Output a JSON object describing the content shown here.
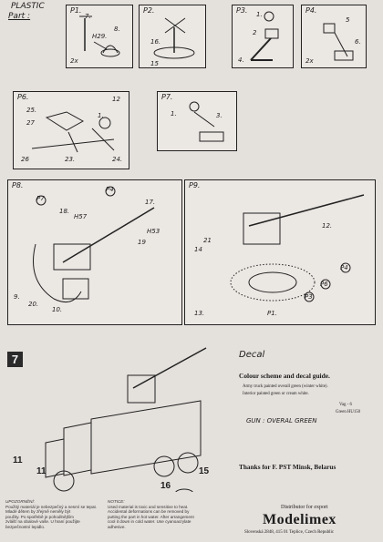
{
  "header": {
    "line1": "PLASTIC",
    "line2": "Part :"
  },
  "panels": {
    "p1": {
      "label": "P1.",
      "parts": [
        "7.",
        "8.",
        "H29.",
        "2x"
      ]
    },
    "p2": {
      "label": "P2.",
      "parts": [
        "16.",
        "15"
      ]
    },
    "p3": {
      "label": "P3.",
      "parts": [
        "1.",
        "2",
        "4."
      ]
    },
    "p4": {
      "label": "P4.",
      "parts": [
        "5",
        "6.",
        "2x"
      ]
    },
    "p6": {
      "label": "P6.",
      "parts": [
        "25.",
        "12",
        "27",
        "1.",
        "26",
        "23.",
        "24."
      ]
    },
    "p7": {
      "label": "P7.",
      "parts": [
        "1.",
        "3."
      ]
    },
    "p8": {
      "label": "P8.",
      "parts": [
        "P7",
        "P4",
        "18.",
        "H57",
        "17.",
        "H53",
        "19",
        "9.",
        "20.",
        "10."
      ]
    },
    "p9": {
      "label": "P9.",
      "parts": [
        "21",
        "14",
        "12.",
        "P4",
        "P6",
        "P3",
        "13.",
        "P1."
      ]
    }
  },
  "step7": {
    "number": "7",
    "callouts": [
      "11",
      "11",
      "16",
      "15"
    ],
    "decal_label": "Decal"
  },
  "colour": {
    "title": "Colour scheme and decal guide.",
    "line1": "Army truck painted overall green (winter white).",
    "line2": "Interior painted green or cream white.",
    "code1": "Vag - 6",
    "code2": "Green HU150",
    "gun_note": "GUN : OVERAL GREEN"
  },
  "thanks": "Thanks for F. PST Minsk, Belarus",
  "distributor": {
    "label": "Distributor for export",
    "brand": "Modelimex",
    "address": "Slovenská 2848, 415 01 Teplice, Czech Republic"
  },
  "notices": {
    "left_title": "UPOZORNĚNÍ:",
    "left_lines": [
      "Použitý materiál je nebezpečný a nesmí se tepat.",
      "Mladé dětem by zřejmě neměly být",
      "použity. Po spotřebě je pohodlnějším",
      "zvlášť na obalové vaše. U hraní použijte",
      "bezpečnostní lepidlo."
    ],
    "right_title": "NOTICE:",
    "right_lines": [
      "Used material is toxic and sensitive to heat.",
      "Accidental deformations can be removed by",
      "putting the part in hot water. After arrangement",
      "cool it down in cold water. Use cyanoacrylate",
      "adhesive."
    ]
  }
}
